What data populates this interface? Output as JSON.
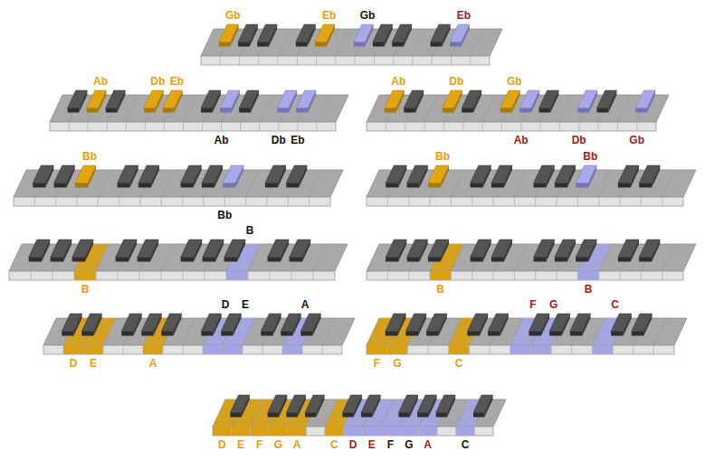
{
  "diagram": {
    "labels": [
      "Gb",
      "Eb",
      "Gb",
      "Eb",
      "Ab",
      "Db",
      "Eb",
      "Ab",
      "Db",
      "Eb",
      "Ab",
      "Db",
      "Gb",
      "Ab",
      "Db",
      "Gb",
      "Bb",
      "Bb",
      "Bb",
      "Bb",
      "B",
      "B",
      "B",
      "B",
      "D",
      "E",
      "A",
      "D",
      "E",
      "A",
      "F",
      "G",
      "C",
      "F",
      "G",
      "C",
      "D",
      "E",
      "F",
      "G",
      "A",
      "C",
      "D",
      "E",
      "F",
      "G",
      "A",
      "C"
    ]
  }
}
